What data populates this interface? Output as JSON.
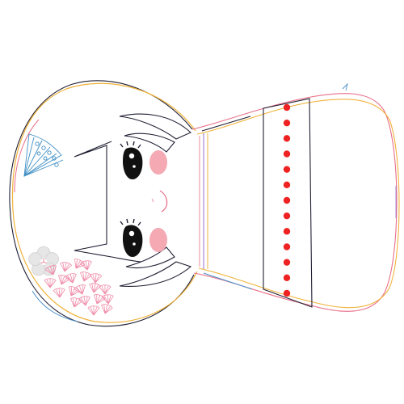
{
  "scene": {
    "subject": "kokeshi-doll",
    "orientation": "rotated-lying-on-side",
    "elements": [
      "doll-head-outline",
      "doll-body-outline",
      "doll-neck",
      "hair-bangs",
      "left-eye",
      "right-eye",
      "left-cheek-blush",
      "right-cheek-blush",
      "smile-mouth",
      "folding-fan-ornament",
      "plum-blossom-ornament",
      "ginkgo-leaf-pattern",
      "kimono-sash-band",
      "red-bead-row"
    ]
  },
  "colors": {
    "background": "#ffffff",
    "outline_dark": "#1f1f33",
    "outline_gold": "#f0b23a",
    "outline_pink": "#e8708a",
    "outline_blue": "#4a90c8",
    "outline_purple": "#9a6cc8",
    "blush": "#f4a9b3",
    "bead": "#ee2222",
    "fan_blue": "#3d8ec4",
    "ginkgo_pink": "#f08aa8",
    "blossom_grey": "#e6e6e6",
    "eye": "#111111"
  },
  "beads": {
    "count": 13
  }
}
